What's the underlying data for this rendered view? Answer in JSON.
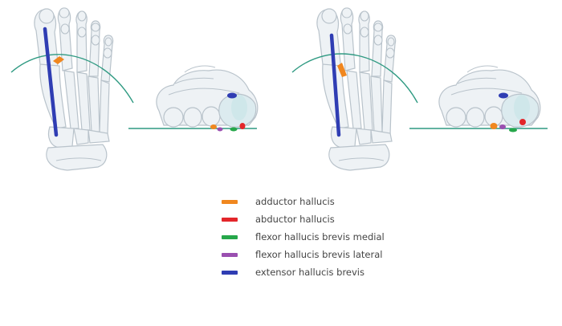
{
  "colors": {
    "adductor_hallucis": "#f0871f",
    "abductor_hallucis": "#e3262a",
    "fhb_medial": "#26a74a",
    "fhb_lateral": "#9a4fb0",
    "extensor_hallucis_brevis": "#2f3db3",
    "bone_fill": "#eef2f5",
    "bone_stroke": "#b9c3cb",
    "bone_shadow": "#c7e4e6",
    "reference_line": "#2f9a82"
  },
  "legend": {
    "items": [
      {
        "label": "adductor hallucis",
        "color": "#f0871f"
      },
      {
        "label": "abductor hallucis",
        "color": "#e3262a"
      },
      {
        "label": "flexor hallucis brevis medial",
        "color": "#26a74a"
      },
      {
        "label": "flexor hallucis brevis lateral",
        "color": "#9a4fb0"
      },
      {
        "label": "extensor hallucis brevis",
        "color": "#2f3db3"
      }
    ]
  }
}
